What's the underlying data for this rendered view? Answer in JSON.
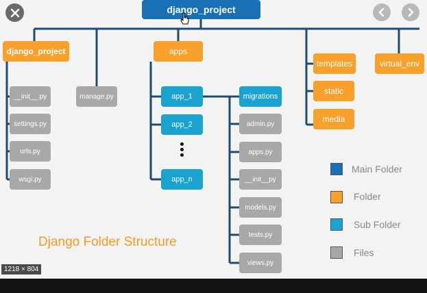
{
  "controls": {
    "close_icon": "close-icon",
    "prev_icon": "chevron-left-icon",
    "next_icon": "chevron-right-icon",
    "image_dimensions": "1218 × 804"
  },
  "diagram": {
    "title": "Django Folder Structure",
    "root": "django_project",
    "level1": {
      "project_folder": "django_project",
      "manage": "manage.py",
      "apps": "apps",
      "templates": "templates",
      "static": "static",
      "media": "media",
      "virtual_env": "virtual_env"
    },
    "project_files": [
      "__init__.py",
      "settings.py",
      "urls.py",
      "wsgi.py"
    ],
    "apps_list": [
      "app_1",
      "app_2",
      "app_n"
    ],
    "app_contents": [
      "migrations",
      "admin.py",
      "apps.py",
      "__init__py",
      "models.py",
      "tests.py",
      "views.py"
    ]
  },
  "legend": {
    "main_folder": "Main Folder",
    "folder": "Folder",
    "sub_folder": "Sub Folder",
    "files": "Files"
  },
  "colors": {
    "main_folder": "#1a70b4",
    "folder": "#f8a02c",
    "sub_folder": "#1aa3cf",
    "files": "#a8a8a8",
    "connector": "#1f4b71"
  }
}
